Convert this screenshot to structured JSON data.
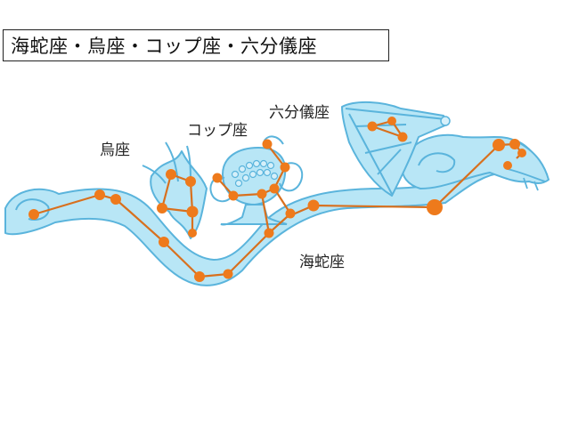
{
  "title": "海蛇座・烏座・コップ座・六分儀座",
  "labels": {
    "corvus": "烏座",
    "crater": "コップ座",
    "sextans": "六分儀座",
    "hydra": "海蛇座"
  },
  "colors": {
    "figure_fill": "#b8e6f6",
    "figure_outline": "#5ab4dc",
    "star": "#ee7a1c",
    "line": "#d8701e"
  }
}
